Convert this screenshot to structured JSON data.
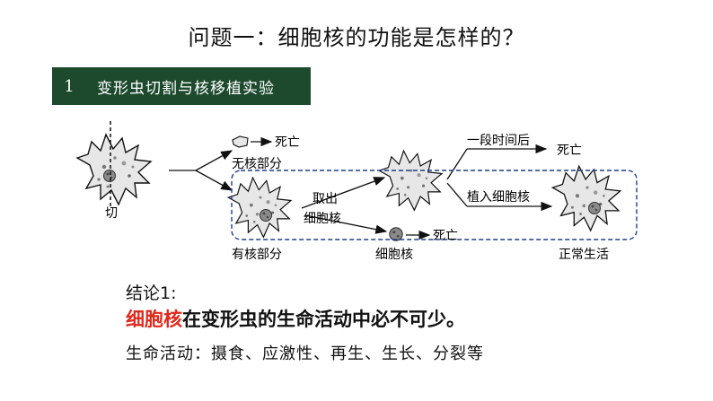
{
  "title": "问题一：细胞核的功能是怎样的？",
  "section": {
    "number": "1",
    "label": "变形虫切割与核移植实验"
  },
  "diagram": {
    "cut_label": "切",
    "death_label": "死亡",
    "anucleate_part": "无核部分",
    "nucleate_part": "有核部分",
    "remove_nucleus_line1": "取出",
    "remove_nucleus_line2": "细胞核",
    "nucleus": "细胞核",
    "after_time": "一段时间后",
    "implant_nucleus": "植入细胞核",
    "normal_life": "正常生活"
  },
  "conclusion": {
    "label": "结论1:",
    "highlight": "细胞核",
    "text": "在变形虫的生命活动中必不可少。",
    "activities": "生命活动：摄食、应激性、再生、生长、分裂等"
  },
  "colors": {
    "banner": "#1d4a2d",
    "highlight": "#e0281c",
    "dashed_box": "#1f3d8a"
  }
}
